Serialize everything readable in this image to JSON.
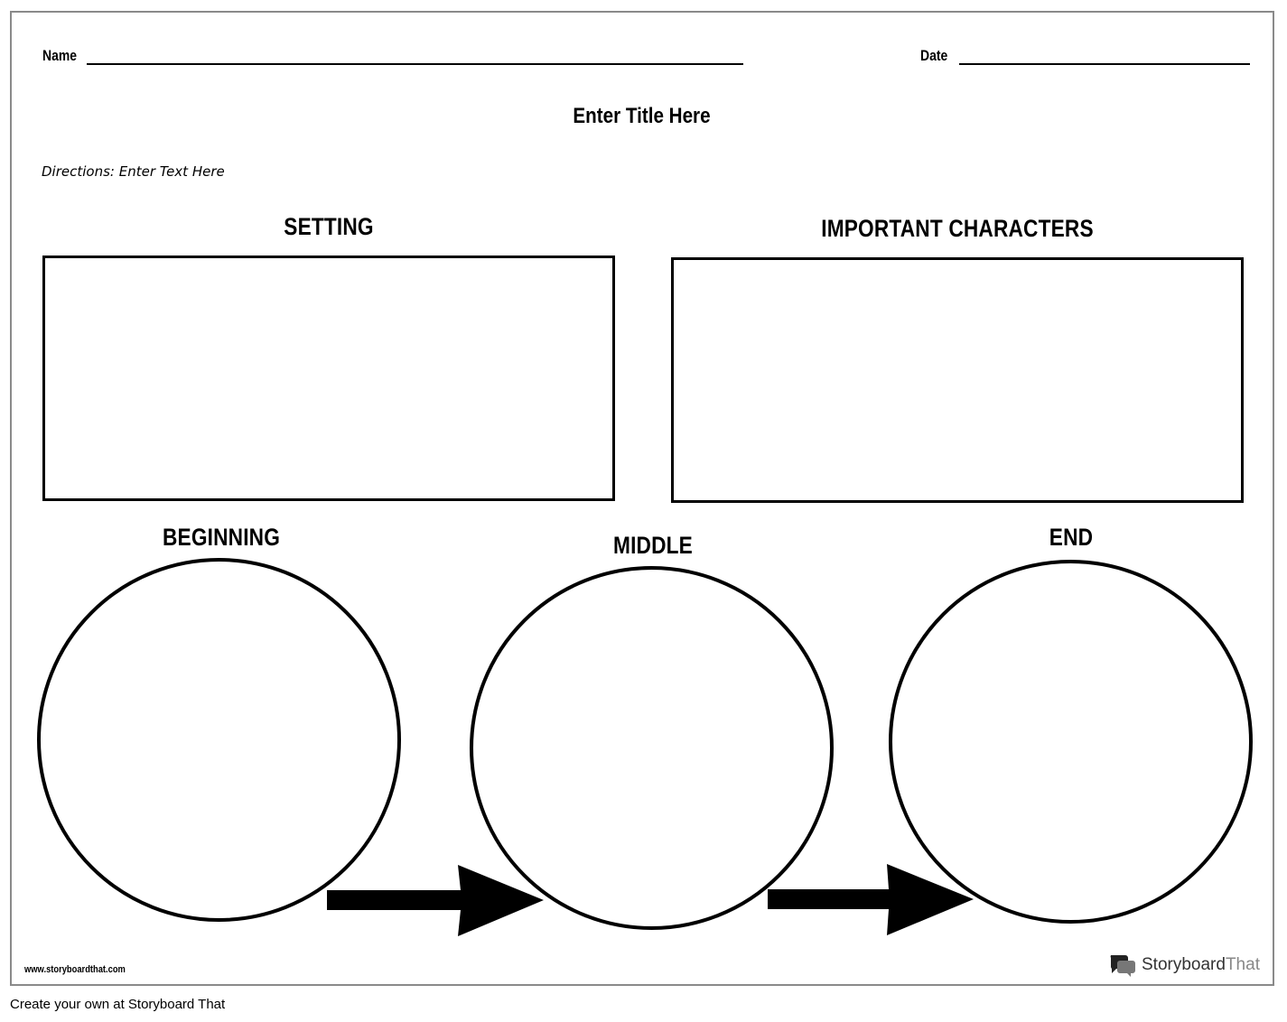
{
  "header": {
    "name_label": "Name",
    "date_label": "Date",
    "title": "Enter Title Here",
    "directions": "Directions: Enter Text Here"
  },
  "sections": {
    "setting": "SETTING",
    "characters": "IMPORTANT CHARACTERS",
    "beginning": "BEGINNING",
    "middle": "MIDDLE",
    "end": "END"
  },
  "footer": {
    "url": "www.storyboardthat.com",
    "logo_story": "Storyboard",
    "logo_that": "That",
    "caption": "Create your own at Storyboard That"
  }
}
